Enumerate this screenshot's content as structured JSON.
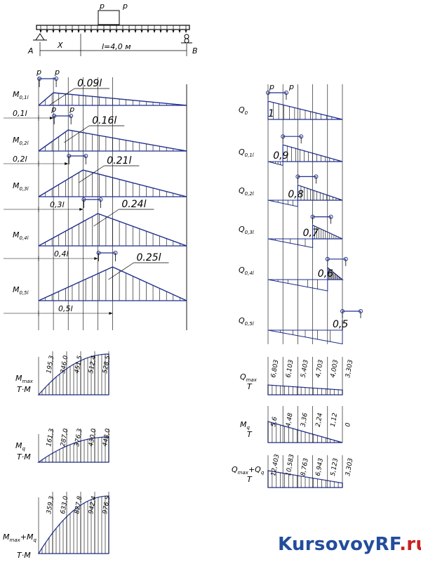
{
  "beam": {
    "load_left": "p",
    "load_right": "p",
    "support_a": "A",
    "support_b": "B",
    "x_label": "X",
    "span_label": "l=4,0 м"
  },
  "m_lines": [
    {
      "label": "M",
      "sub": "0,1l",
      "peak": "0.09l",
      "dim": "0,1l"
    },
    {
      "label": "M",
      "sub": "0,2l",
      "peak": "0.16l",
      "dim": "0,2l"
    },
    {
      "label": "M",
      "sub": "0,3l",
      "peak": "0.21l",
      "dim": "0,3l"
    },
    {
      "label": "M",
      "sub": "0,4l",
      "peak": "0.24l",
      "dim": "0,4l"
    },
    {
      "label": "M",
      "sub": "0,5l",
      "peak": "0.25l",
      "dim": "0,5l"
    }
  ],
  "q_lines": [
    {
      "label": "Q",
      "sub": "0",
      "value": "1"
    },
    {
      "label": "Q",
      "sub": "0,1l",
      "value": "0,9"
    },
    {
      "label": "Q",
      "sub": "0,2l",
      "value": "0,8"
    },
    {
      "label": "Q",
      "sub": "0,3l",
      "value": "0,7"
    },
    {
      "label": "Q",
      "sub": "0,4l",
      "value": "0,6"
    },
    {
      "label": "Q",
      "sub": "0,5l",
      "value": "0,5"
    }
  ],
  "envelopes": [
    {
      "label": "M",
      "sub": "max",
      "unit": "T·M",
      "values": [
        "195,3",
        "346,0",
        "451,5",
        "512,4",
        "528,5"
      ]
    },
    {
      "label": "M",
      "sub": "q",
      "unit": "T·M",
      "values": [
        "161,3",
        "287,0",
        "376,3",
        "430,0",
        "448,0"
      ]
    },
    {
      "label": "M",
      "sub": "max",
      "extra": "+M",
      "extra_sub": "q",
      "unit": "T·M",
      "values": [
        "359,3",
        "633,0",
        "827,8",
        "942,4",
        "976,5"
      ]
    }
  ],
  "q_envelopes": [
    {
      "label": "Q",
      "sub": "max",
      "unit": "T",
      "values": [
        "6,803",
        "6,103",
        "5,403",
        "4,703",
        "4,003",
        "3,303"
      ]
    },
    {
      "label": "M",
      "sub": "q",
      "unit": "T",
      "values": [
        "5,6",
        "4,48",
        "3,36",
        "2,24",
        "1,12",
        "0"
      ]
    },
    {
      "label": "Q",
      "sub": "max",
      "extra": "+Q",
      "extra_sub": "q",
      "unit": "T",
      "values": [
        "12,403",
        "10,583",
        "8,763",
        "6,943",
        "5,123",
        "3,303"
      ]
    }
  ],
  "watermark": {
    "name": "KursovoyRF",
    "tld": ".ru"
  }
}
